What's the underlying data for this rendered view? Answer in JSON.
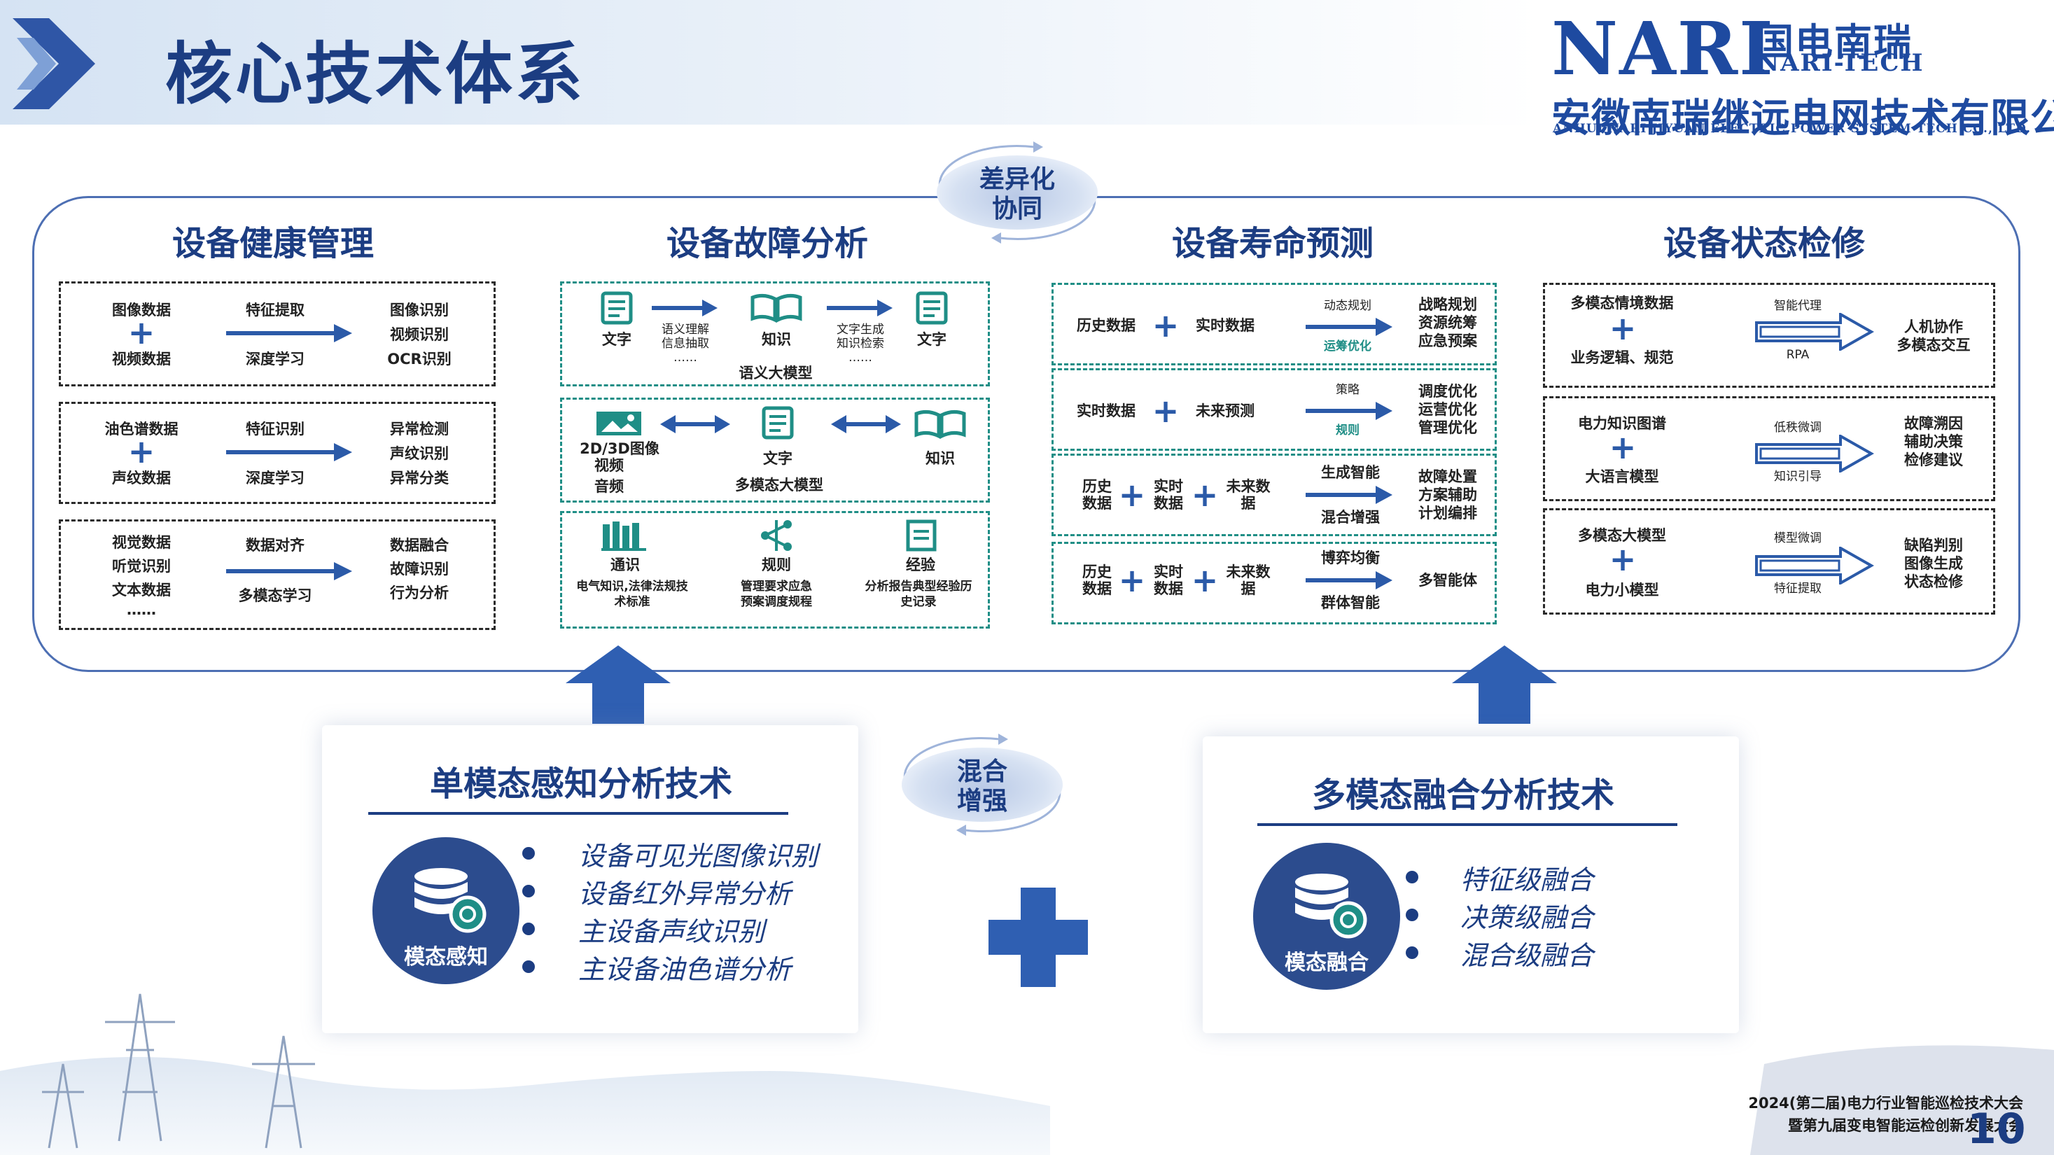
{
  "header": {
    "title": "核心技术体系",
    "logo_en": "NARI",
    "logo_cn": "国电南瑞",
    "logo_tech": "NARI-TECH",
    "company_cn": "安徽南瑞继远电网技术有限公司",
    "company_en": "ANHUI NARI JIYUAN ELECTRIC POWER SYSTEM TECH CO., LTD."
  },
  "badges": {
    "top": [
      "差异化",
      "协同"
    ],
    "mid": [
      "混合",
      "增强"
    ]
  },
  "columns": [
    {
      "title": "设备健康管理"
    },
    {
      "title": "设备故障分析"
    },
    {
      "title": "设备寿命预测"
    },
    {
      "title": "设备状态检修"
    }
  ],
  "health": [
    {
      "in": [
        "图像数据",
        "视频数据"
      ],
      "top": "特征提取",
      "bottom": "深度学习",
      "out": [
        "图像识别",
        "视频识别",
        "OCR识别"
      ]
    },
    {
      "in": [
        "油色谱数据",
        "声纹数据"
      ],
      "top": "特征识别",
      "bottom": "深度学习",
      "out": [
        "异常检测",
        "声纹识别",
        "异常分类"
      ]
    },
    {
      "in": [
        "视觉数据",
        "听觉识别",
        "文本数据",
        "……"
      ],
      "top": "数据对齐",
      "bottom": "多模态学习",
      "out": [
        "数据融合",
        "故障识别",
        "行为分析"
      ]
    }
  ],
  "fault": {
    "row1": {
      "left": "文字",
      "a1": [
        "语义理解",
        "信息抽取",
        "……"
      ],
      "mid": "知识",
      "a2": [
        "文字生成",
        "知识检索",
        "……"
      ],
      "right": "文字",
      "caption": "语义大模型"
    },
    "row2": {
      "left": [
        "2D/3D图像",
        "视频",
        "音频"
      ],
      "mid": "文字",
      "right": "知识",
      "caption": "多模态大模型"
    },
    "row3": [
      {
        "label": "通识",
        "desc": [
          "电气知识,法律法规技",
          "术标准"
        ]
      },
      {
        "label": "规则",
        "desc": [
          "管理要求应急",
          "预案调度规程"
        ]
      },
      {
        "label": "经验",
        "desc": [
          "分析报告典型经验历",
          "史记录"
        ]
      }
    ]
  },
  "life": [
    {
      "in1": [
        "历史数据"
      ],
      "in2": [
        "实时数据"
      ],
      "top": "动态规划",
      "bottom": "运筹优化",
      "out": [
        "战略规划",
        "资源统筹",
        "应急预案"
      ]
    },
    {
      "in1": [
        "实时数据"
      ],
      "in2": [
        "未来预测"
      ],
      "top": "策略",
      "bottom": "规则",
      "out": [
        "调度优化",
        "运营优化",
        "管理优化"
      ]
    },
    {
      "in1": [
        "历史",
        "数据"
      ],
      "in2": [
        "实时",
        "数据"
      ],
      "in3": [
        "未来数",
        "据"
      ],
      "top": "生成智能",
      "bottom": "混合增强",
      "out": [
        "故障处置",
        "方案辅助",
        "计划编排"
      ]
    },
    {
      "in1": [
        "历史",
        "数据"
      ],
      "in2": [
        "实时",
        "数据"
      ],
      "in3": [
        "未来数",
        "据"
      ],
      "top": "博弈均衡",
      "bottom": "群体智能",
      "out": [
        "多智能体"
      ]
    }
  ],
  "maint": [
    {
      "in": [
        "多模态情境数据",
        "业务逻辑、规范"
      ],
      "top": "智能代理",
      "bottom": "RPA",
      "out": [
        "人机协作",
        "多模态交互"
      ]
    },
    {
      "in": [
        "电力知识图谱",
        "大语言模型"
      ],
      "top": "低秩微调",
      "bottom": "知识引导",
      "out": [
        "故障溯因",
        "辅助决策",
        "检修建议"
      ]
    },
    {
      "in": [
        "多模态大模型",
        "电力小模型"
      ],
      "top": "模型微调",
      "bottom": "特征提取",
      "out": [
        "缺陷判别",
        "图像生成",
        "状态检修"
      ]
    }
  ],
  "single": {
    "title": "单模态感知分析技术",
    "circle": "模态感知",
    "items": [
      "设备可见光图像识别",
      "设备红外异常分析",
      "主设备声纹识别",
      "主设备油色谱分析"
    ]
  },
  "multi": {
    "title": "多模态融合分析技术",
    "circle": "模态融合",
    "items": [
      "特征级融合",
      "决策级融合",
      "混合级融合"
    ]
  },
  "footer": {
    "line1": "2024(第二届)电力行业智能巡检技术大会",
    "line2": "暨第九届变电智能运检创新发展大会",
    "page": "10"
  },
  "colors": {
    "primary": "#1c3d82",
    "accent": "#2b5aa8",
    "teal": "#1f8e86"
  }
}
